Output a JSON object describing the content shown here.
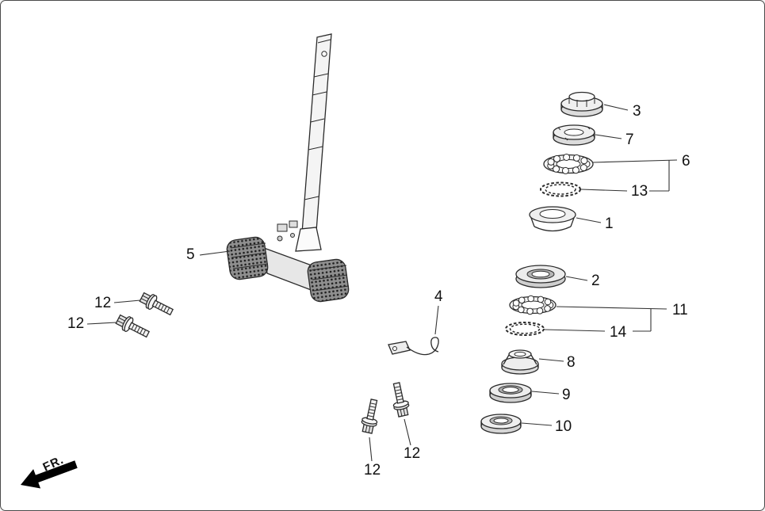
{
  "diagram": {
    "front_marker": "FR.",
    "line_color": "#2b2b2b",
    "part_labels": {
      "p1": "1",
      "p2": "2",
      "p3": "3",
      "p4": "4",
      "p5": "5",
      "p6": "6",
      "p7": "7",
      "p8": "8",
      "p9": "9",
      "p10": "10",
      "p11": "11",
      "p12": "12",
      "p13": "13",
      "p14": "14"
    }
  }
}
